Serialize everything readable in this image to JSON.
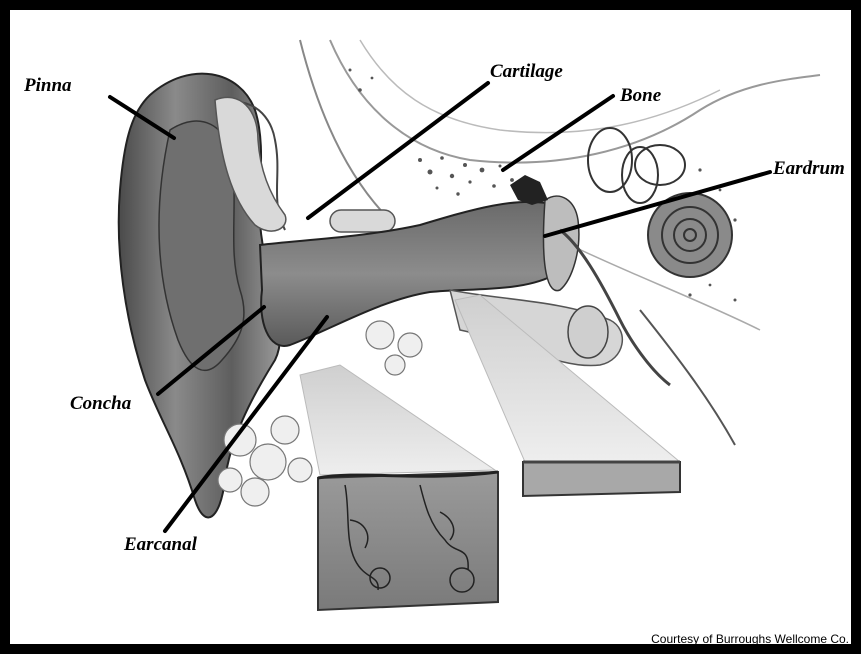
{
  "labels": {
    "pinna": "Pinna",
    "cartilage": "Cartilage",
    "bone": "Bone",
    "eardrum": "Eardrum",
    "concha": "Concha",
    "earcanal": "Earcanal"
  },
  "credit": "Courtesy of Burroughs Wellcome Co.",
  "colors": {
    "frame": "#000000",
    "background": "#ffffff"
  }
}
